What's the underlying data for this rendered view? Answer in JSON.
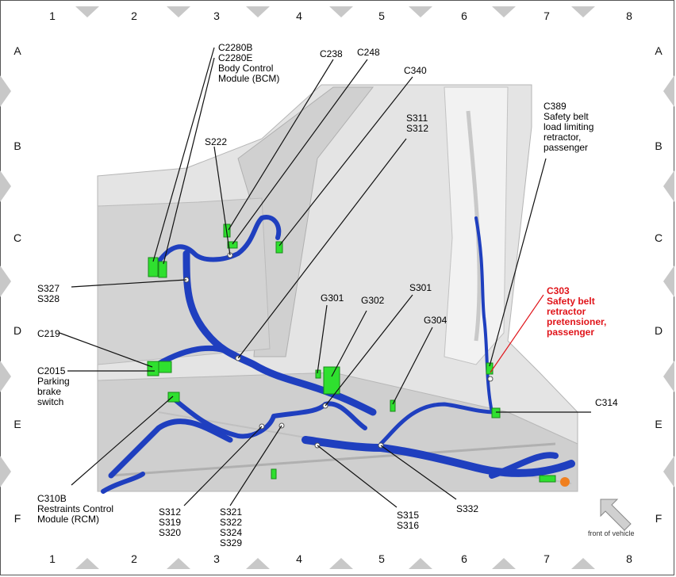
{
  "grid": {
    "columns": [
      "1",
      "2",
      "3",
      "4",
      "5",
      "6",
      "7",
      "8"
    ],
    "rows": [
      "A",
      "B",
      "C",
      "D",
      "E",
      "F"
    ]
  },
  "labels": {
    "c2280": "C2280B\nC2280E\nBody Control\nModule (BCM)",
    "c238": "C238",
    "c248": "C248",
    "c340": "C340",
    "s311": "S311\nS312",
    "s222": "S222",
    "c389": "C389\nSafety belt\nload limiting\nretractor,\npassenger",
    "c303": "C303\nSafety belt\nretractor\npretensioner,\npassenger",
    "s327": "S327\nS328",
    "g301": "G301",
    "g302": "G302",
    "s301": "S301",
    "g304": "G304",
    "c219": "C219",
    "c2015": "C2015\nParking\nbrake\nswitch",
    "c314": "C314",
    "c310b": "C310B\nRestraints Control\nModule (RCM)",
    "s312": "S312\nS319\nS320",
    "s321": "S321\nS322\nS324\nS329",
    "s315": "S315\nS316",
    "s332": "S332",
    "front": "front of vehicle"
  },
  "colors": {
    "harness": "#1f3fbf",
    "harness_dark": "#0d2380",
    "connector": "#2fe02f",
    "highlight": "#e0141a",
    "body_panel": "#d9d9d9"
  }
}
